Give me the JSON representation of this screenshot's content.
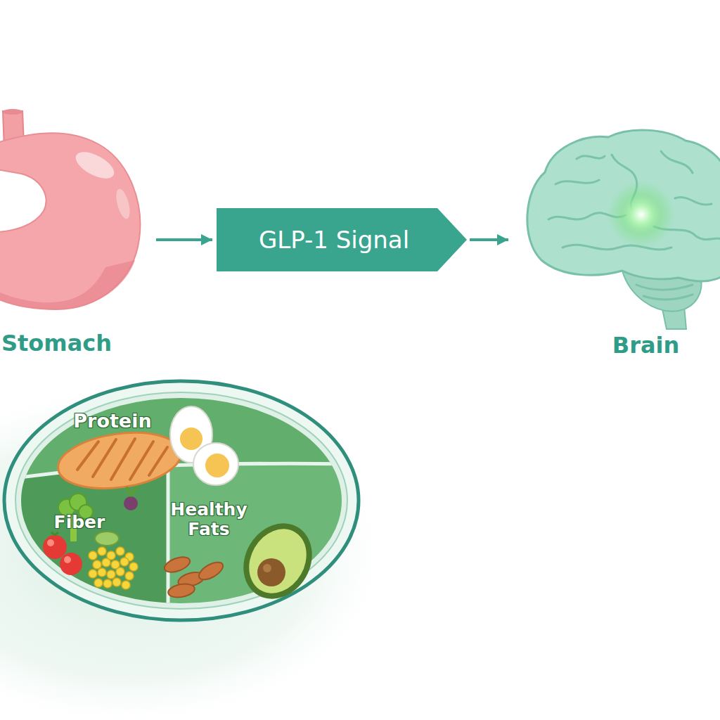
{
  "diagram": {
    "nodes": [
      {
        "text": [
          "Stomach"
        ]
      },
      {
        "text": [
          "GLP-1 Signal"
        ]
      },
      {
        "text": [
          "Brain"
        ]
      },
      {
        "text": [
          "Protein"
        ]
      },
      {
        "text": [
          "Fiber"
        ]
      },
      {
        "text": [
          "Healthy Fats"
        ]
      }
    ],
    "edges": [
      {
        "from": 0,
        "to": 1,
        "arrow": "to"
      },
      {
        "from": 1,
        "to": 2,
        "arrow": "to"
      }
    ]
  }
}
